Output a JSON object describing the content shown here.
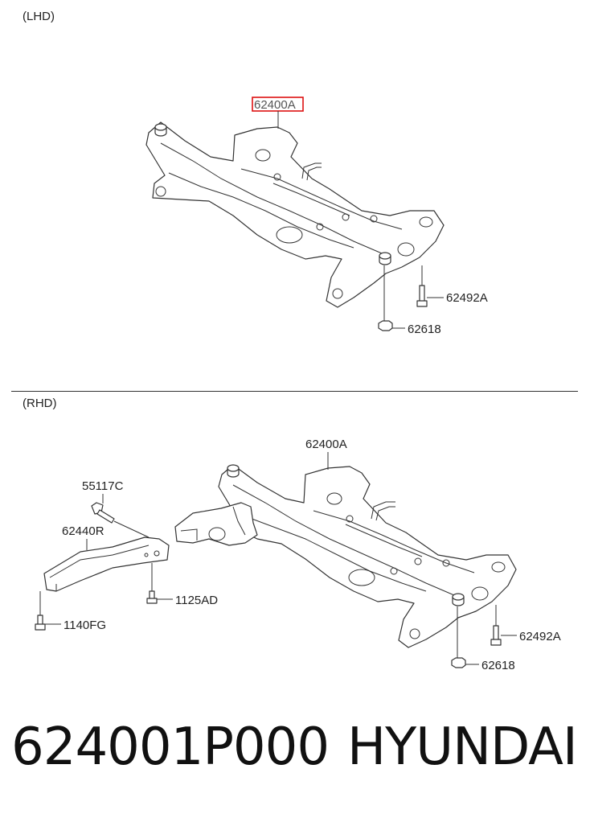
{
  "lhd": {
    "label": "(LHD)",
    "callouts": {
      "subframe": "62400A",
      "bolt": "62492A",
      "nut": "62618"
    },
    "highlight_color": "#dd1111"
  },
  "rhd": {
    "label": "(RHD)",
    "callouts": {
      "subframe": "62400A",
      "bolt_top": "55117C",
      "bracket": "62440R",
      "bolt_small": "1125AD",
      "bolt_bottom": "1140FG",
      "bolt": "62492A",
      "nut": "62618"
    }
  },
  "footer": {
    "part_number": "624001P000",
    "brand": "HYUNDAI"
  }
}
